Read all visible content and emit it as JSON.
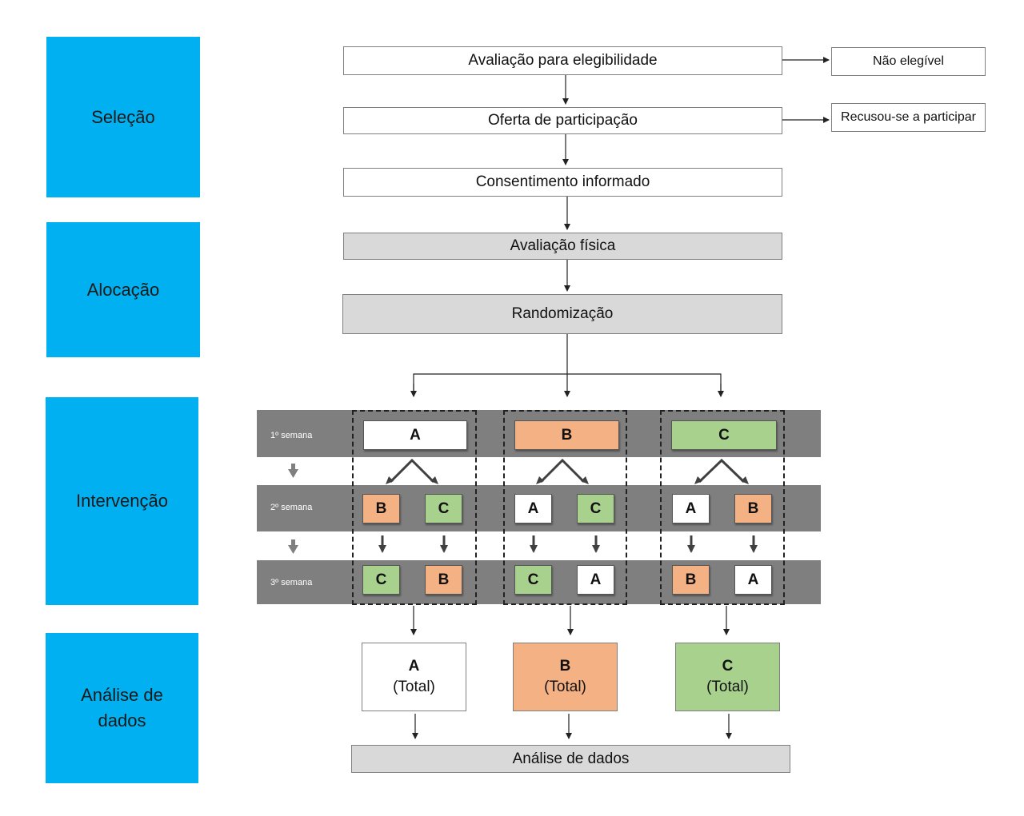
{
  "stages": {
    "selecao": "Seleção",
    "alocacao": "Alocação",
    "intervencao": "Intervenção",
    "analise": "Análise de\ndados"
  },
  "flow": {
    "elegibilidade": "Avaliação para elegibilidade",
    "nao_elegivel": "Não elegível",
    "oferta": "Oferta de participação",
    "recusou": "Recusou-se a participar",
    "consentimento": "Consentimento informado",
    "avaliacao_fisica": "Avaliação física",
    "randomizacao": "Randomização",
    "analise_dados": "Análise de dados"
  },
  "weeks": [
    "1º semana",
    "2º semana",
    "3º semana"
  ],
  "groups": [
    {
      "week1": "A",
      "week2": [
        "B",
        "C"
      ],
      "week3": [
        "C",
        "B"
      ],
      "total_letter": "A",
      "total_label": "(Total)"
    },
    {
      "week1": "B",
      "week2": [
        "A",
        "C"
      ],
      "week3": [
        "C",
        "A"
      ],
      "total_letter": "B",
      "total_label": "(Total)"
    },
    {
      "week1": "C",
      "week2": [
        "A",
        "B"
      ],
      "week3": [
        "B",
        "A"
      ],
      "total_letter": "C",
      "total_label": "(Total)"
    }
  ],
  "colors": {
    "stage": "#00b0f0",
    "A": "#ffffff",
    "B": "#f4b183",
    "C": "#a9d18e",
    "band": "#7f7f7f",
    "gray_box": "#d9d9d9"
  }
}
